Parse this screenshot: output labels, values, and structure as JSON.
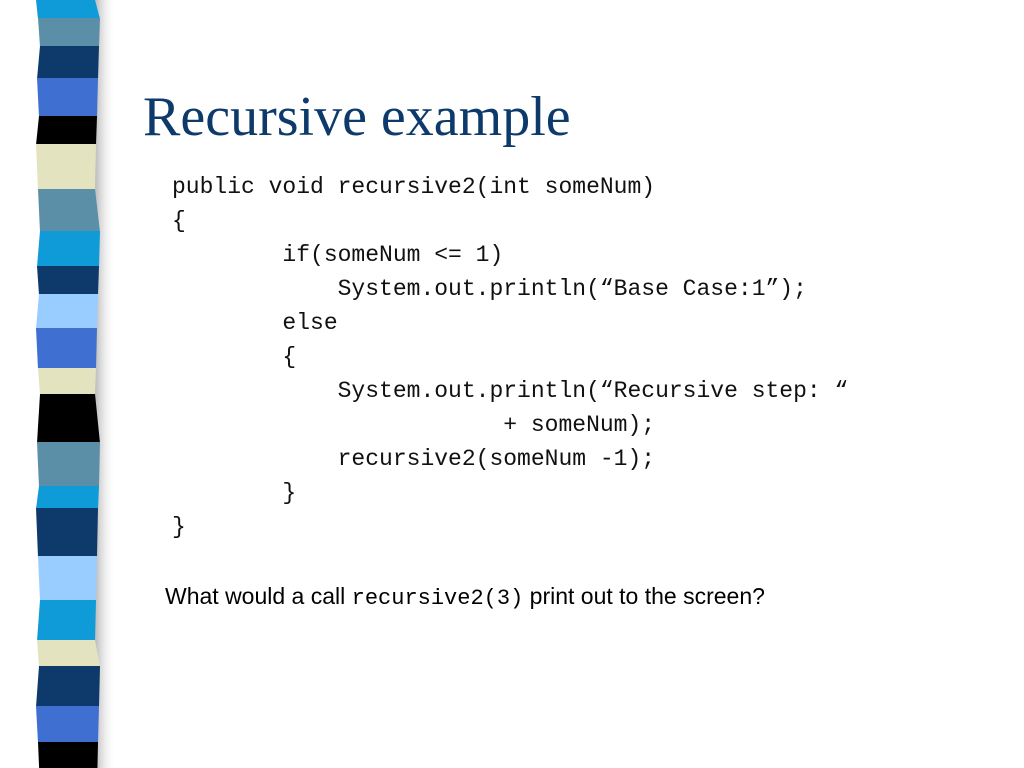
{
  "slide": {
    "title": "Recursive example",
    "code_lines": [
      "public void recursive2(int someNum)",
      "{",
      "        if(someNum <= 1)",
      "            System.out.println(“Base Case:1”);",
      "        else",
      "        {",
      "            System.out.println(“Recursive step: “",
      "                        + someNum);",
      "            recursive2(someNum -1);",
      "        }",
      "}"
    ],
    "question": {
      "before": "What would a call ",
      "code": "recursive2(3)",
      "after": " print out to the screen?"
    }
  },
  "decoration": {
    "stripe_colors": [
      "#0f9bd8",
      "#5b8fa8",
      "#0d3a6b",
      "#3f6fd1",
      "#000000",
      "#e4e3c0",
      "#5b8fa8",
      "#0f9bd8",
      "#0d3a6b",
      "#99ccff",
      "#3f6fd1",
      "#e4e3c0",
      "#000000",
      "#5b8fa8",
      "#0f9bd8",
      "#0d3a6b",
      "#99ccff",
      "#0f9bd8",
      "#e4e3c0",
      "#0d3a6b",
      "#3f6fd1",
      "#000000"
    ]
  }
}
